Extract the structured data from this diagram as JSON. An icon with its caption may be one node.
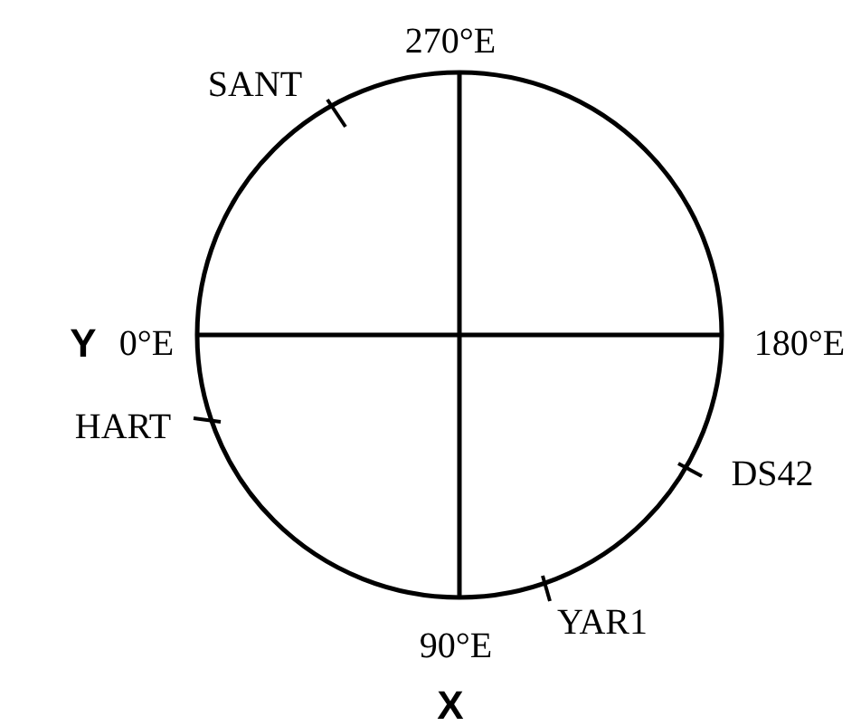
{
  "diagram": {
    "labels": [
      "270°E",
      "SANT",
      "Y",
      "0°E",
      "180°E",
      "HART",
      "DS42",
      "YAR1",
      "90°E",
      "X"
    ]
  }
}
